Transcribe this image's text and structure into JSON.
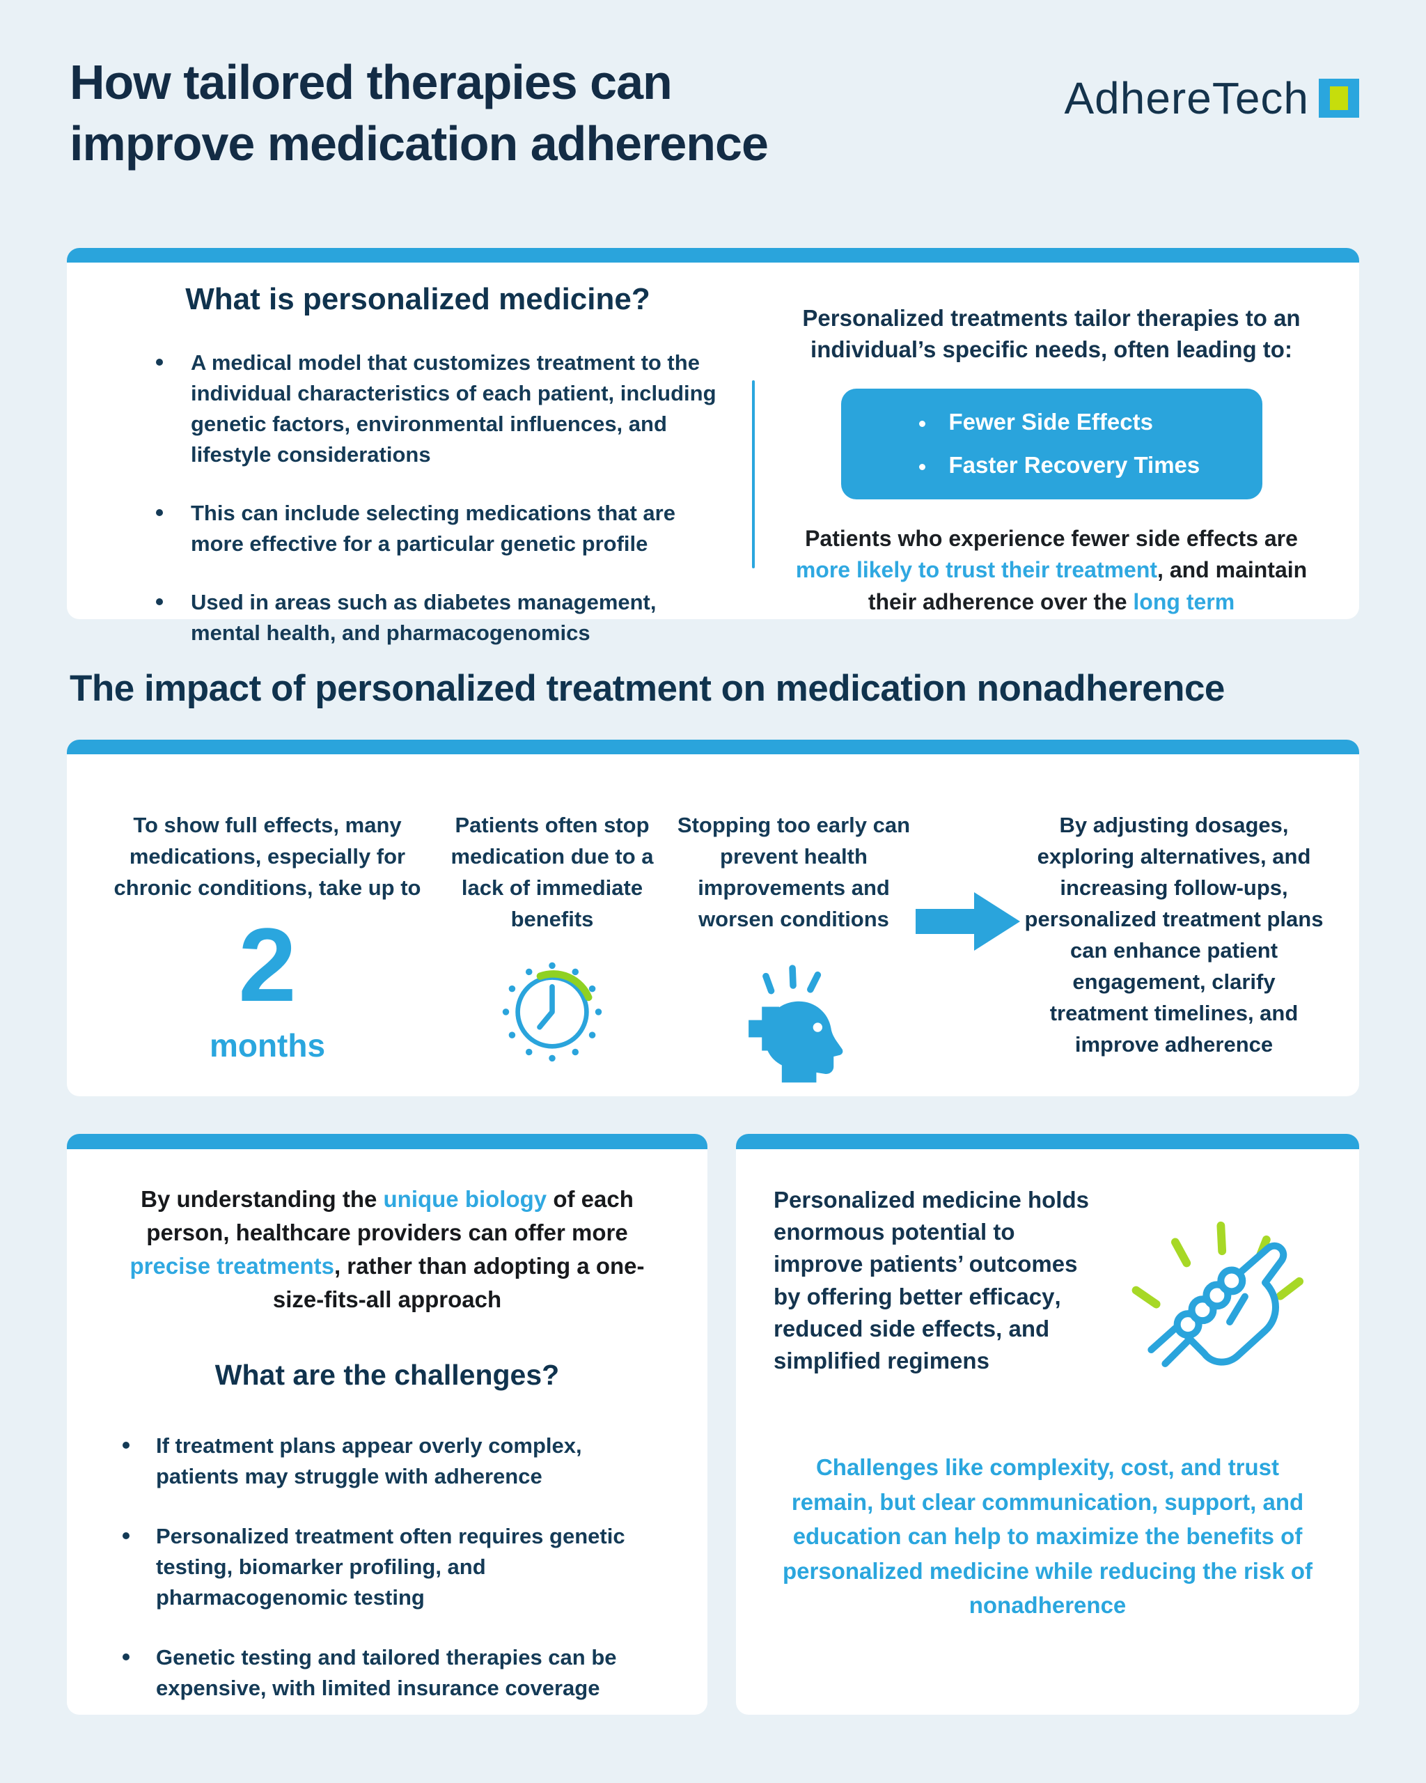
{
  "colors": {
    "background": "#e9f1f6",
    "accent_blue": "#2aa6de",
    "navy": "#10334e",
    "body_navy": "#143a56",
    "green": "#97d222",
    "logo_green": "#c6dd0c",
    "black_text": "#1b1f23",
    "card_white": "#ffffff"
  },
  "icons": {
    "logo_mark": "logo-square-icon",
    "clock": "clock-icon",
    "head_plus": "head-plus-icon",
    "arrow": "right-arrow-icon",
    "handshake": "handshake-icon"
  },
  "header": {
    "title_line1": "How tailored therapies can",
    "title_line2": "improve medication adherence",
    "logo_text": "AdhereTech"
  },
  "what_card": {
    "heading": "What is personalized medicine?",
    "bullet1_pre": "A medical model that customizes treatment to the ",
    "bullet1_bold": "individual characteristics",
    "bullet1_post": " of each patient, including genetic factors, environmental influences, and lifestyle considerations",
    "bullet2": "This can include selecting medications that are more effective for a particular genetic profile",
    "bullet3": "Used in areas such as diabetes management, mental health, and pharmacogenomics",
    "right_intro": "Personalized treatments tailor therapies to an individual’s specific needs, often leading to:",
    "box_item1": "Fewer Side Effects",
    "box_item2": "Faster Recovery Times",
    "outro_p1": "Patients who experience fewer side effects are ",
    "outro_blue1": "more likely to trust their treatment",
    "outro_p2": ", and maintain their adherence over the ",
    "outro_blue2": "long term"
  },
  "impact_section": {
    "title": "The impact of personalized treatment on medication nonadherence",
    "col1_text": "To show full effects, many medications, especially for chronic conditions, take up to",
    "col1_number": "2",
    "col1_unit": "months",
    "col2_text": "Patients often stop medication due to a lack of immediate benefits",
    "col3_text": "Stopping too early can prevent health improvements and worsen conditions",
    "col4_text": "By adjusting dosages, exploring alternatives, and increasing follow-ups, personalized treatment plans can enhance patient engagement, clarify treatment timelines, and improve adherence"
  },
  "challenges_card": {
    "intro_p1": "By understanding the ",
    "intro_blue1": "unique biology",
    "intro_p2": " of each person, healthcare providers can offer more ",
    "intro_blue2": "precise treatments",
    "intro_p3": ", rather than adopting a one-size-fits-all approach",
    "heading": "What are the challenges?",
    "bullet1": "If treatment plans appear overly complex, patients may struggle with adherence",
    "bullet2": "Personalized treatment often requires genetic testing, biomarker profiling, and pharmacogenomic testing",
    "bullet3": "Genetic testing and tailored therapies can be expensive, with limited insurance coverage"
  },
  "potential_card": {
    "p1": "Personalized medicine holds enormous potential to improve patients’ outcomes by offering ",
    "bold1": "better efficacy",
    "p2": ", ",
    "bold2": "reduced side effects",
    "p3": ", and ",
    "bold3": "simplified regimens",
    "blue_paragraph": "Challenges like complexity, cost, and trust remain, but clear communication, support, and education can help to maximize the benefits of personalized medicine while reducing the risk of nonadherence"
  }
}
